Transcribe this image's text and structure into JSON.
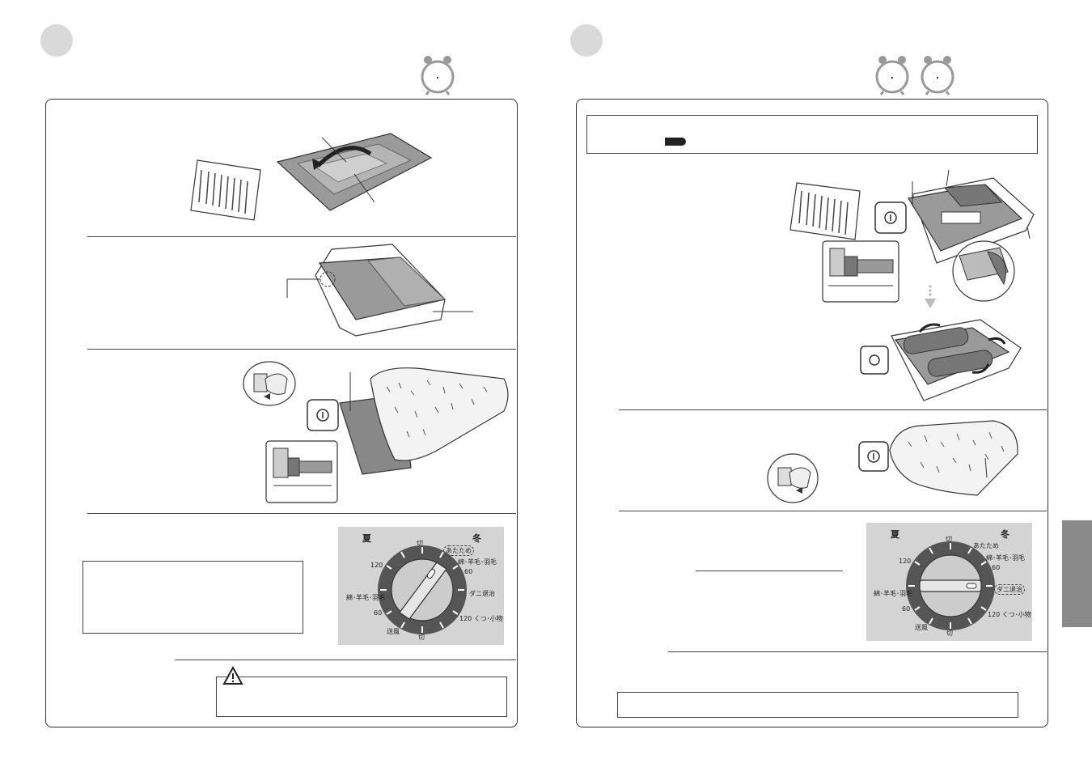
{
  "left_page": {
    "dial": {
      "season_left": "夏",
      "season_right": "冬",
      "labels": [
        "切",
        "あたため",
        "綿･羊毛･羽毛",
        "60",
        "ダニ退治",
        "120 くつ･小物",
        "切",
        "送風",
        "60",
        "綿･羊毛･羽毛",
        "120"
      ]
    }
  },
  "right_page": {
    "dial": {
      "season_left": "夏",
      "season_right": "冬",
      "labels": [
        "切",
        "あたため",
        "綿･羊毛･羽毛",
        "60",
        "ダニ退治",
        "120 くつ･小物",
        "切",
        "送風",
        "60",
        "綿･羊毛･羽毛",
        "120"
      ]
    }
  },
  "colors": {
    "page_circle": "#d9d9d9",
    "dial_bg": "#d4d4d4",
    "dial_ring": "#555555",
    "side_tab": "#8a8a8a"
  }
}
